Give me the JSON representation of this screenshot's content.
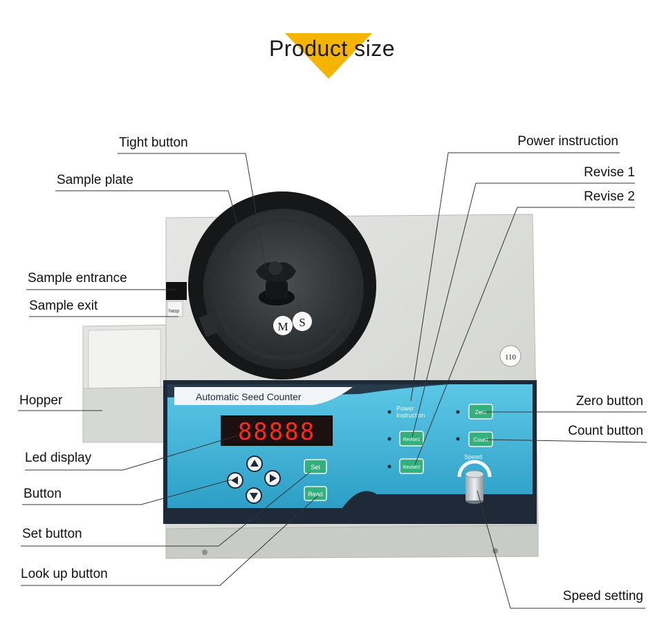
{
  "heading": "Product size",
  "callouts": {
    "tight_button": "Tight button",
    "sample_plate": "Sample plate",
    "sample_entrance": "Sample entrance",
    "sample_exit": "Sample exit",
    "hopper": "Hopper",
    "led_display": "Led display",
    "button": "Button",
    "set_button": "Set button",
    "look_up_button": "Look up button",
    "power_instruction": "Power instruction",
    "revise_1": "Revise 1",
    "revise_2": "Revise 2",
    "zero_button": "Zero button",
    "count_button": "Count button",
    "speed_setting": "Speed setting"
  },
  "device": {
    "panel_title": "Automatic Seed Counter",
    "model_badge": "110",
    "plate_marks": [
      "M",
      "S"
    ],
    "sticker_text": "hasp",
    "led_value": "88888",
    "keys": {
      "set": "Set",
      "read": "Read",
      "zero": "Zero",
      "count": "Count",
      "revise1": "Revise1",
      "revise2": "Revise2"
    },
    "power_label_line1": "Power",
    "power_label_line2": "Instruction",
    "speed_label": "Speed"
  },
  "colors": {
    "accent_triangle": "#f5b400",
    "panel_blue": "#3fb4d8",
    "panel_dark": "#1f2a38",
    "key_green": "#35b07d",
    "led_red": "#ff2a1a",
    "body_grey": "#d9dbd8"
  }
}
